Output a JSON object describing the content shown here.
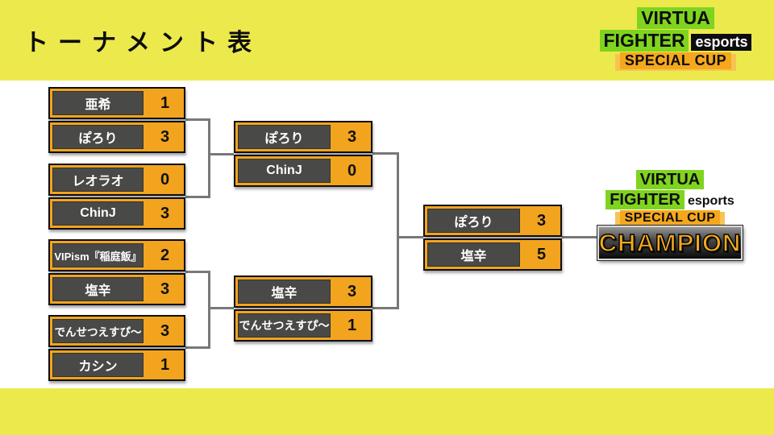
{
  "colors": {
    "band_yellow": "#ece94d",
    "bracket_background": "#ffffff",
    "box_orange": "#f2a41f",
    "name_plate_gray": "#494947",
    "logo_green": "#7fd41f",
    "logo_orange": "#f5a81e",
    "connector_gray": "#787878",
    "champion_gold": "#f2a91e"
  },
  "header": {
    "title": "トーナメント表"
  },
  "event_logo": {
    "virtua": "VIRTUA",
    "fighter": "FIGHTER",
    "esports": "esports",
    "special_cup": "SPECIAL CUP"
  },
  "bracket": {
    "round1": [
      [
        {
          "name": "亜希",
          "score": "1"
        },
        {
          "name": "ぽろり",
          "score": "3"
        }
      ],
      [
        {
          "name": "レオラオ",
          "score": "0"
        },
        {
          "name": "ChinJ",
          "score": "3"
        }
      ],
      [
        {
          "name": "VIPism『稲庭飯』",
          "score": "2"
        },
        {
          "name": "塩辛",
          "score": "3"
        }
      ],
      [
        {
          "name": "でんせつえすぴ〜",
          "score": "3"
        },
        {
          "name": "カシン",
          "score": "1"
        }
      ]
    ],
    "semifinals": [
      [
        {
          "name": "ぽろり",
          "score": "3"
        },
        {
          "name": "ChinJ",
          "score": "0"
        }
      ],
      [
        {
          "name": "塩辛",
          "score": "3"
        },
        {
          "name": "でんせつえすぴ〜",
          "score": "1"
        }
      ]
    ],
    "final": [
      [
        {
          "name": "ぽろり",
          "score": "3"
        },
        {
          "name": "塩辛",
          "score": "5"
        }
      ]
    ]
  },
  "champion_logo": {
    "virtua": "VIRTUA",
    "fighter": "FIGHTER",
    "esports": "esports",
    "special_cup": "SPECIAL CUP",
    "champion": "CHAMPION"
  }
}
